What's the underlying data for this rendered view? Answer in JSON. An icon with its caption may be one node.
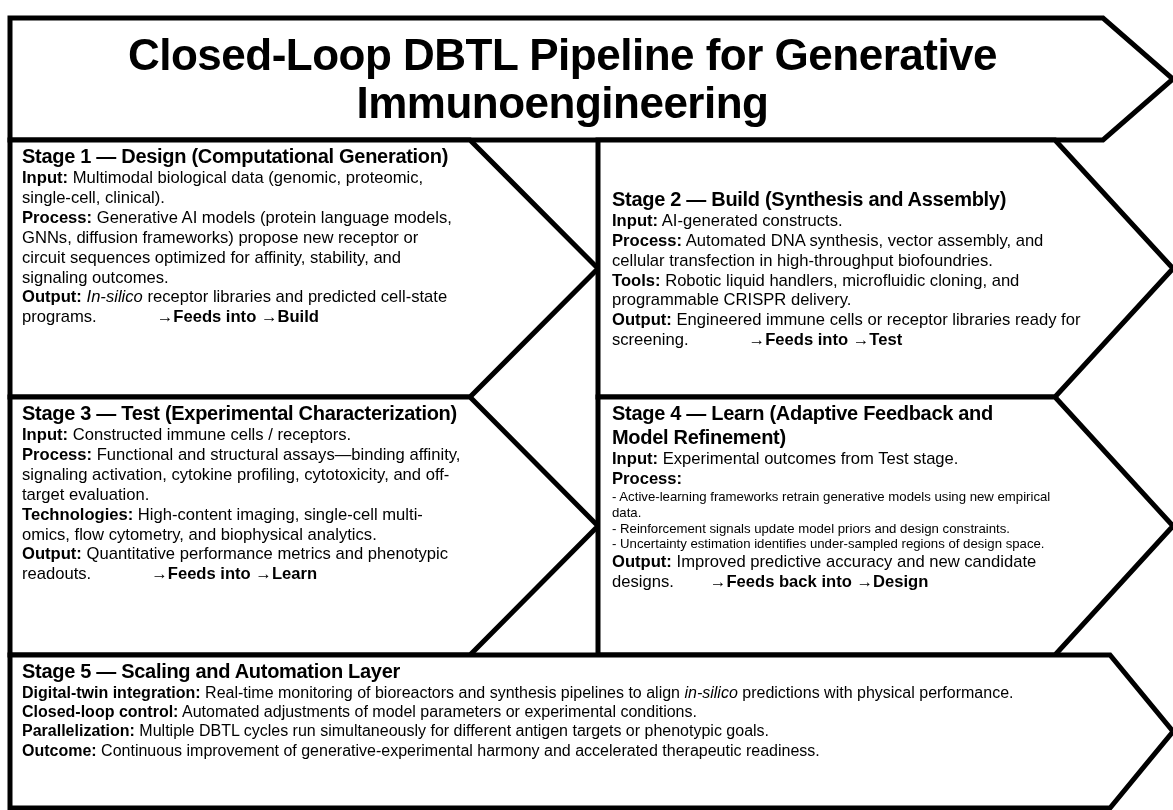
{
  "diagram": {
    "title": "Closed-Loop DBTL Pipeline for Generative Immunoengineering",
    "nodes": [
      {
        "text": [
          "Stage 1 — Design (Computational Generation)",
          "**Input:** Multimodal biological data (genomic, proteomic, single-cell, clinical).",
          "**Process:** Generative AI models (protein language models, GNNs, diffusion frameworks) propose new receptor or circuit sequences optimized for affinity, stability, and signaling outcomes.",
          "**Output:** *In-silico* receptor libraries and predicted cell-state programs.",
          "→Feeds into →Build"
        ]
      },
      {
        "text": [
          "Stage 2 — Build (Synthesis and Assembly)",
          "**Input:** AI-generated constructs.",
          "**Process:** Automated DNA synthesis, vector assembly, and cellular transfection in high-throughput biofoundries.",
          "**Tools:** Robotic liquid handlers, microfluidic cloning, and programmable CRISPR delivery.",
          "**Output:** Engineered immune cells or receptor libraries ready for screening.",
          "→Feeds into →Test"
        ]
      },
      {
        "text": [
          "Stage 3 — Test (Experimental Characterization)",
          "**Input:** Constructed immune cells / receptors.",
          "**Process:** Functional and structural assays—binding affinity, signaling activation, cytokine profiling, cytotoxicity, and off-target evaluation.",
          "**Technologies:** High-content imaging, single-cell multi-omics, flow cytometry, and biophysical analytics.",
          "**Output:** Quantitative performance metrics and phenotypic readouts.",
          "→Feeds into →Learn"
        ]
      },
      {
        "text": [
          "Stage 4 — Learn (Adaptive Feedback and Model Refinement)",
          "**Input:** Experimental outcomes from Test stage.",
          "Process:",
          "- Active-learning frameworks retrain generative models using new empirical data.",
          "- Reinforcement signals update model priors and design constraints.",
          "- Uncertainty estimation identifies under-sampled regions of design space.",
          "**Output:** Improved predictive accuracy and new candidate designs.",
          "→Feeds back into →Design"
        ]
      },
      {
        "text": [
          "Stage 5 — Scaling and Automation Layer",
          "**Digital-twin integration:** Real-time monitoring of bioreactors and synthesis pipelines to align *in-silico* predictions with physical performance.",
          "**Closed-loop control:** Automated adjustments of model parameters or experimental conditions.",
          "**Parallelization:** Multiple DBTL cycles run simultaneously for different antigen targets or phenotypic goals.",
          "**Outcome:** Continuous improvement of generative-experimental harmony and accelerated therapeutic readiness."
        ]
      }
    ]
  }
}
